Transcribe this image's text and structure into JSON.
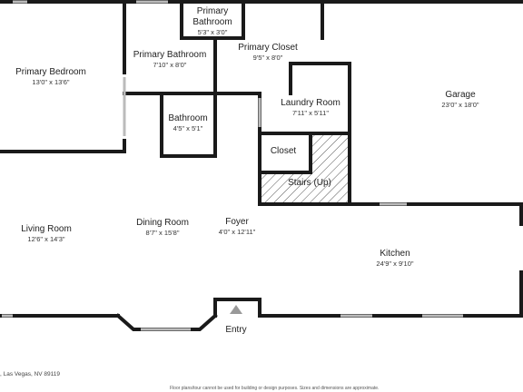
{
  "rooms": {
    "primary_bathroom_small": {
      "name_line1": "Primary",
      "name_line2": "Bathroom",
      "dims": "5'3\" x 3'0\""
    },
    "primary_bathroom": {
      "name": "Primary Bathroom",
      "dims": "7'10\" x 8'0\""
    },
    "primary_closet": {
      "name": "Primary Closet",
      "dims": "9'5\" x 8'0\""
    },
    "primary_bedroom": {
      "name": "Primary Bedroom",
      "dims": "13'0\" x 13'6\""
    },
    "garage": {
      "name": "Garage",
      "dims": "23'0\" x 18'0\""
    },
    "laundry_room": {
      "name": "Laundry Room",
      "dims": "7'11\" x 5'11\""
    },
    "bathroom": {
      "name": "Bathroom",
      "dims": "4'5\" x 5'1\""
    },
    "closet": {
      "name": "Closet"
    },
    "stairs": {
      "name": "Stairs (Up)"
    },
    "living_room": {
      "name": "Living Room",
      "dims": "12'6\" x 14'3\""
    },
    "dining_room": {
      "name": "Dining Room",
      "dims": "8'7\" x 15'8\""
    },
    "foyer": {
      "name": "Foyer",
      "dims": "4'0\" x 12'11\""
    },
    "kitchen": {
      "name": "Kitchen",
      "dims": "24'9\" x 9'10\""
    }
  },
  "entry_label": "Entry",
  "address": ", Las Vegas, NV 89119",
  "disclaimer": "Floor plans/tour cannot be used for building or design purposes. Sizes and dimensions are approximate."
}
